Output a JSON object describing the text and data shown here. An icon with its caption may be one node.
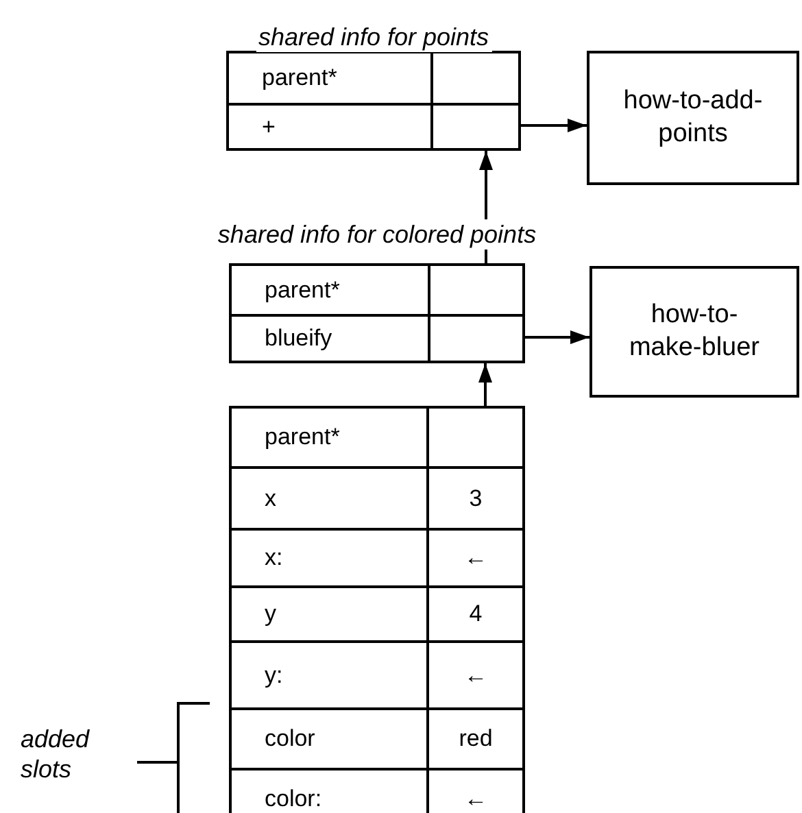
{
  "diagram": {
    "nodes": [
      {
        "text": [
          "shared info for points"
        ]
      },
      {
        "text": [
          "parent*"
        ],
        "in": 0
      },
      {
        "text": [],
        "shape": "box",
        "in": 0
      },
      {
        "text": [
          "+"
        ],
        "in": 0
      },
      {
        "text": [],
        "shape": "box",
        "in": 0
      },
      {
        "text": [
          "how-to-add-points"
        ]
      },
      {
        "text": [
          "shared info for colored points"
        ]
      },
      {
        "text": [
          "parent*"
        ],
        "in": 6
      },
      {
        "text": [],
        "shape": "box",
        "in": 6
      },
      {
        "text": [
          "blueify"
        ],
        "in": 6
      },
      {
        "text": [],
        "shape": "box",
        "in": 6
      },
      {
        "text": [
          "how-to-make-bluer"
        ]
      },
      {
        "text": [],
        "shape": "box"
      },
      {
        "text": [
          "parent*"
        ],
        "in": 12
      },
      {
        "text": [],
        "shape": "box",
        "in": 12
      },
      {
        "text": [
          "x"
        ],
        "in": 12
      },
      {
        "text": [
          "3"
        ],
        "in": 12
      },
      {
        "text": [
          "x:"
        ],
        "in": 12
      },
      {
        "text": [
          "←"
        ],
        "in": 12
      },
      {
        "text": [
          "y"
        ],
        "in": 12
      },
      {
        "text": [
          "4"
        ],
        "in": 12
      },
      {
        "text": [
          "y:"
        ],
        "in": 12
      },
      {
        "text": [
          "←"
        ],
        "in": 12
      },
      {
        "text": [
          "color"
        ],
        "in": 12
      },
      {
        "text": [
          "red"
        ],
        "in": 12
      },
      {
        "text": [
          "color:"
        ],
        "in": 12
      },
      {
        "text": [
          "←"
        ],
        "in": 12
      }
    ],
    "edges": [
      {
        "from": 4,
        "to": 5,
        "arrow": "to"
      },
      {
        "from": 8,
        "to": 0,
        "arrow": "to"
      },
      {
        "from": 10,
        "to": 11,
        "arrow": "to"
      },
      {
        "from": 14,
        "to": 6,
        "arrow": "to"
      }
    ],
    "labels": [
      "added slots"
    ]
  }
}
